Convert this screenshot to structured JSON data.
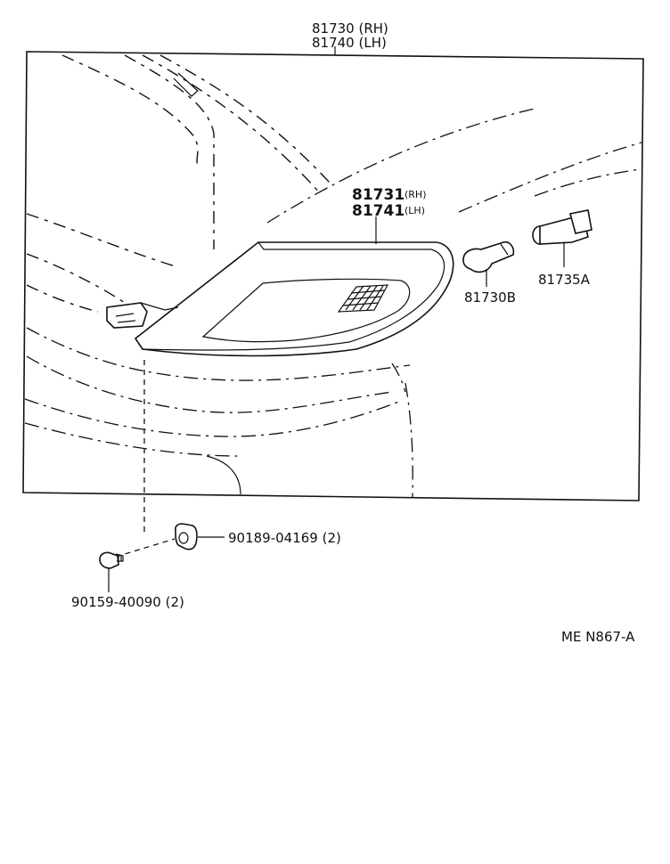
{
  "callouts": {
    "assembly_rh": "81730 (RH)",
    "assembly_lh": "81740 (LH)",
    "lens_rh_num": "81731",
    "lens_rh_side": "(RH)",
    "lens_lh_num": "81741",
    "lens_lh_side": "(LH)",
    "bulb": "81730B",
    "socket": "81735A",
    "nut": "90189-04169 (2)",
    "screw": "90159-40090 (2)"
  },
  "figure_code": "ME  N867-A"
}
